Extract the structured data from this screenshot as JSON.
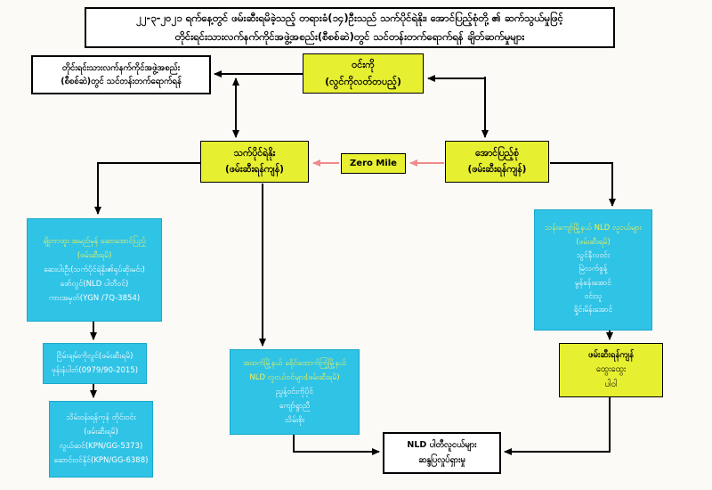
{
  "diagram": {
    "title": {
      "line1": "၂၂-၃-၂၀၂၁ ရက်နေ့တွင် ဖမ်းဆီးရမိခဲ့သည့် တရားခံ(၁၄)ဦးသည် သက်ပိုင်ရဲနိုး၊ အောင်ပြည့်စုံတို့ ၏ ဆက်သွယ်မှုဖြင့်",
      "line2": "တိုင်းရင်းသားလက်နက်ကိုင်အဖွဲ့အစည်း(စီစစ်ဆဲ)တွင် သင်တန်းတက်ရောက်ရန် ချိတ်ဆက်မှုများ"
    },
    "nodes": {
      "training_note": {
        "line1": "တိုင်းရင်းသားလက်နက်ကိုင်အဖွဲ့အစည်း",
        "line2": "(စီစစ်ဆဲ)တွင် သင်တန်းတက်ရောက်ရန်"
      },
      "win_ko": {
        "name": "ဝင်းကို",
        "sub": "(လွင်ကိုလတ်တပည့်)"
      },
      "thet_paing": {
        "name": "သက်ပိုင်ရဲနိုး",
        "sub": "(ဖမ်းဆီးရန်ကျန်)"
      },
      "zero_mile": {
        "label": "Zero Mile"
      },
      "aung_pyae": {
        "name": "အောင်ပြည့်စုံ",
        "sub": "(ဖမ်းဆီးရန်ကျန်)"
      },
      "left_detail": {
        "lines": [
          "ချိုဘာထူး အမည်မှန် ဆောအောင်ပြည့်",
          "(ဖမ်းဆီးရမိ)",
          "ဆေးပါးဦး(သက်ပိုင်ရဲနိုး၏ရုပ်ဆိုးမင်း)",
          "ဖော်လွင်(NLD ပါတီဝင်)",
          "ကားအမှတ်(YGN /7Q-3854)"
        ]
      },
      "left_phone": {
        "lines": [
          "ငြိမ်းချမ်းကိုလွင်(ဖမ်းဆီးရမိ)",
          "ဖုန်းနံပါတ်(0979/90-2015)"
        ]
      },
      "left_yangon": {
        "lines": [
          "သိမ်းဝန်းရန်ကုန် တိုင်းဝင်း",
          "(ဖမ်းဆီးရမိ)",
          "လွယ်ဆင်(KPN/GG-5373)",
          "ဆောင်းဝင်နိုင်(KPN/GG-6388)"
        ]
      },
      "mid_township": {
        "lines": [
          "အထက်မြို့နယ် ခရိုင်ထောက်ကြံ့မြို့နယ်",
          "NLD လူငယ်ဝင်များ(ဖမ်းဆီးရမိ)",
          "ညွန့်ဝင်းကိုပိုင်",
          "ကျော်ရွာညီ",
          "သိမ်းစိုး"
        ]
      },
      "right_nld": {
        "lines": [
          "သန်းကျော်မြို့နယ် NLD လူငယ်များ",
          "(ဖမ်းဆီးရမိ)",
          "သွင်နီလဝင်း",
          "မြဲလက်စွန့်",
          "မွန်စန်းအောင်",
          "ဝင်းသူ",
          "ရှိုင်းမိန်းအောင်"
        ]
      },
      "remaining": {
        "title": "ဖမ်းဆီးရန်ကျန်",
        "lines": [
          "ထွေးထွေး",
          "ပါဝါ"
        ]
      },
      "nld_protest": {
        "line1": "NLD ပါတီလူငယ်များ",
        "line2": "ဆန္ဒပြလှုပ်ရှားမှု"
      }
    },
    "colors": {
      "cyan": "#2fc3e6",
      "yellow": "#e6ef30",
      "pink": "#ef8b8b",
      "border": "#000000"
    }
  }
}
